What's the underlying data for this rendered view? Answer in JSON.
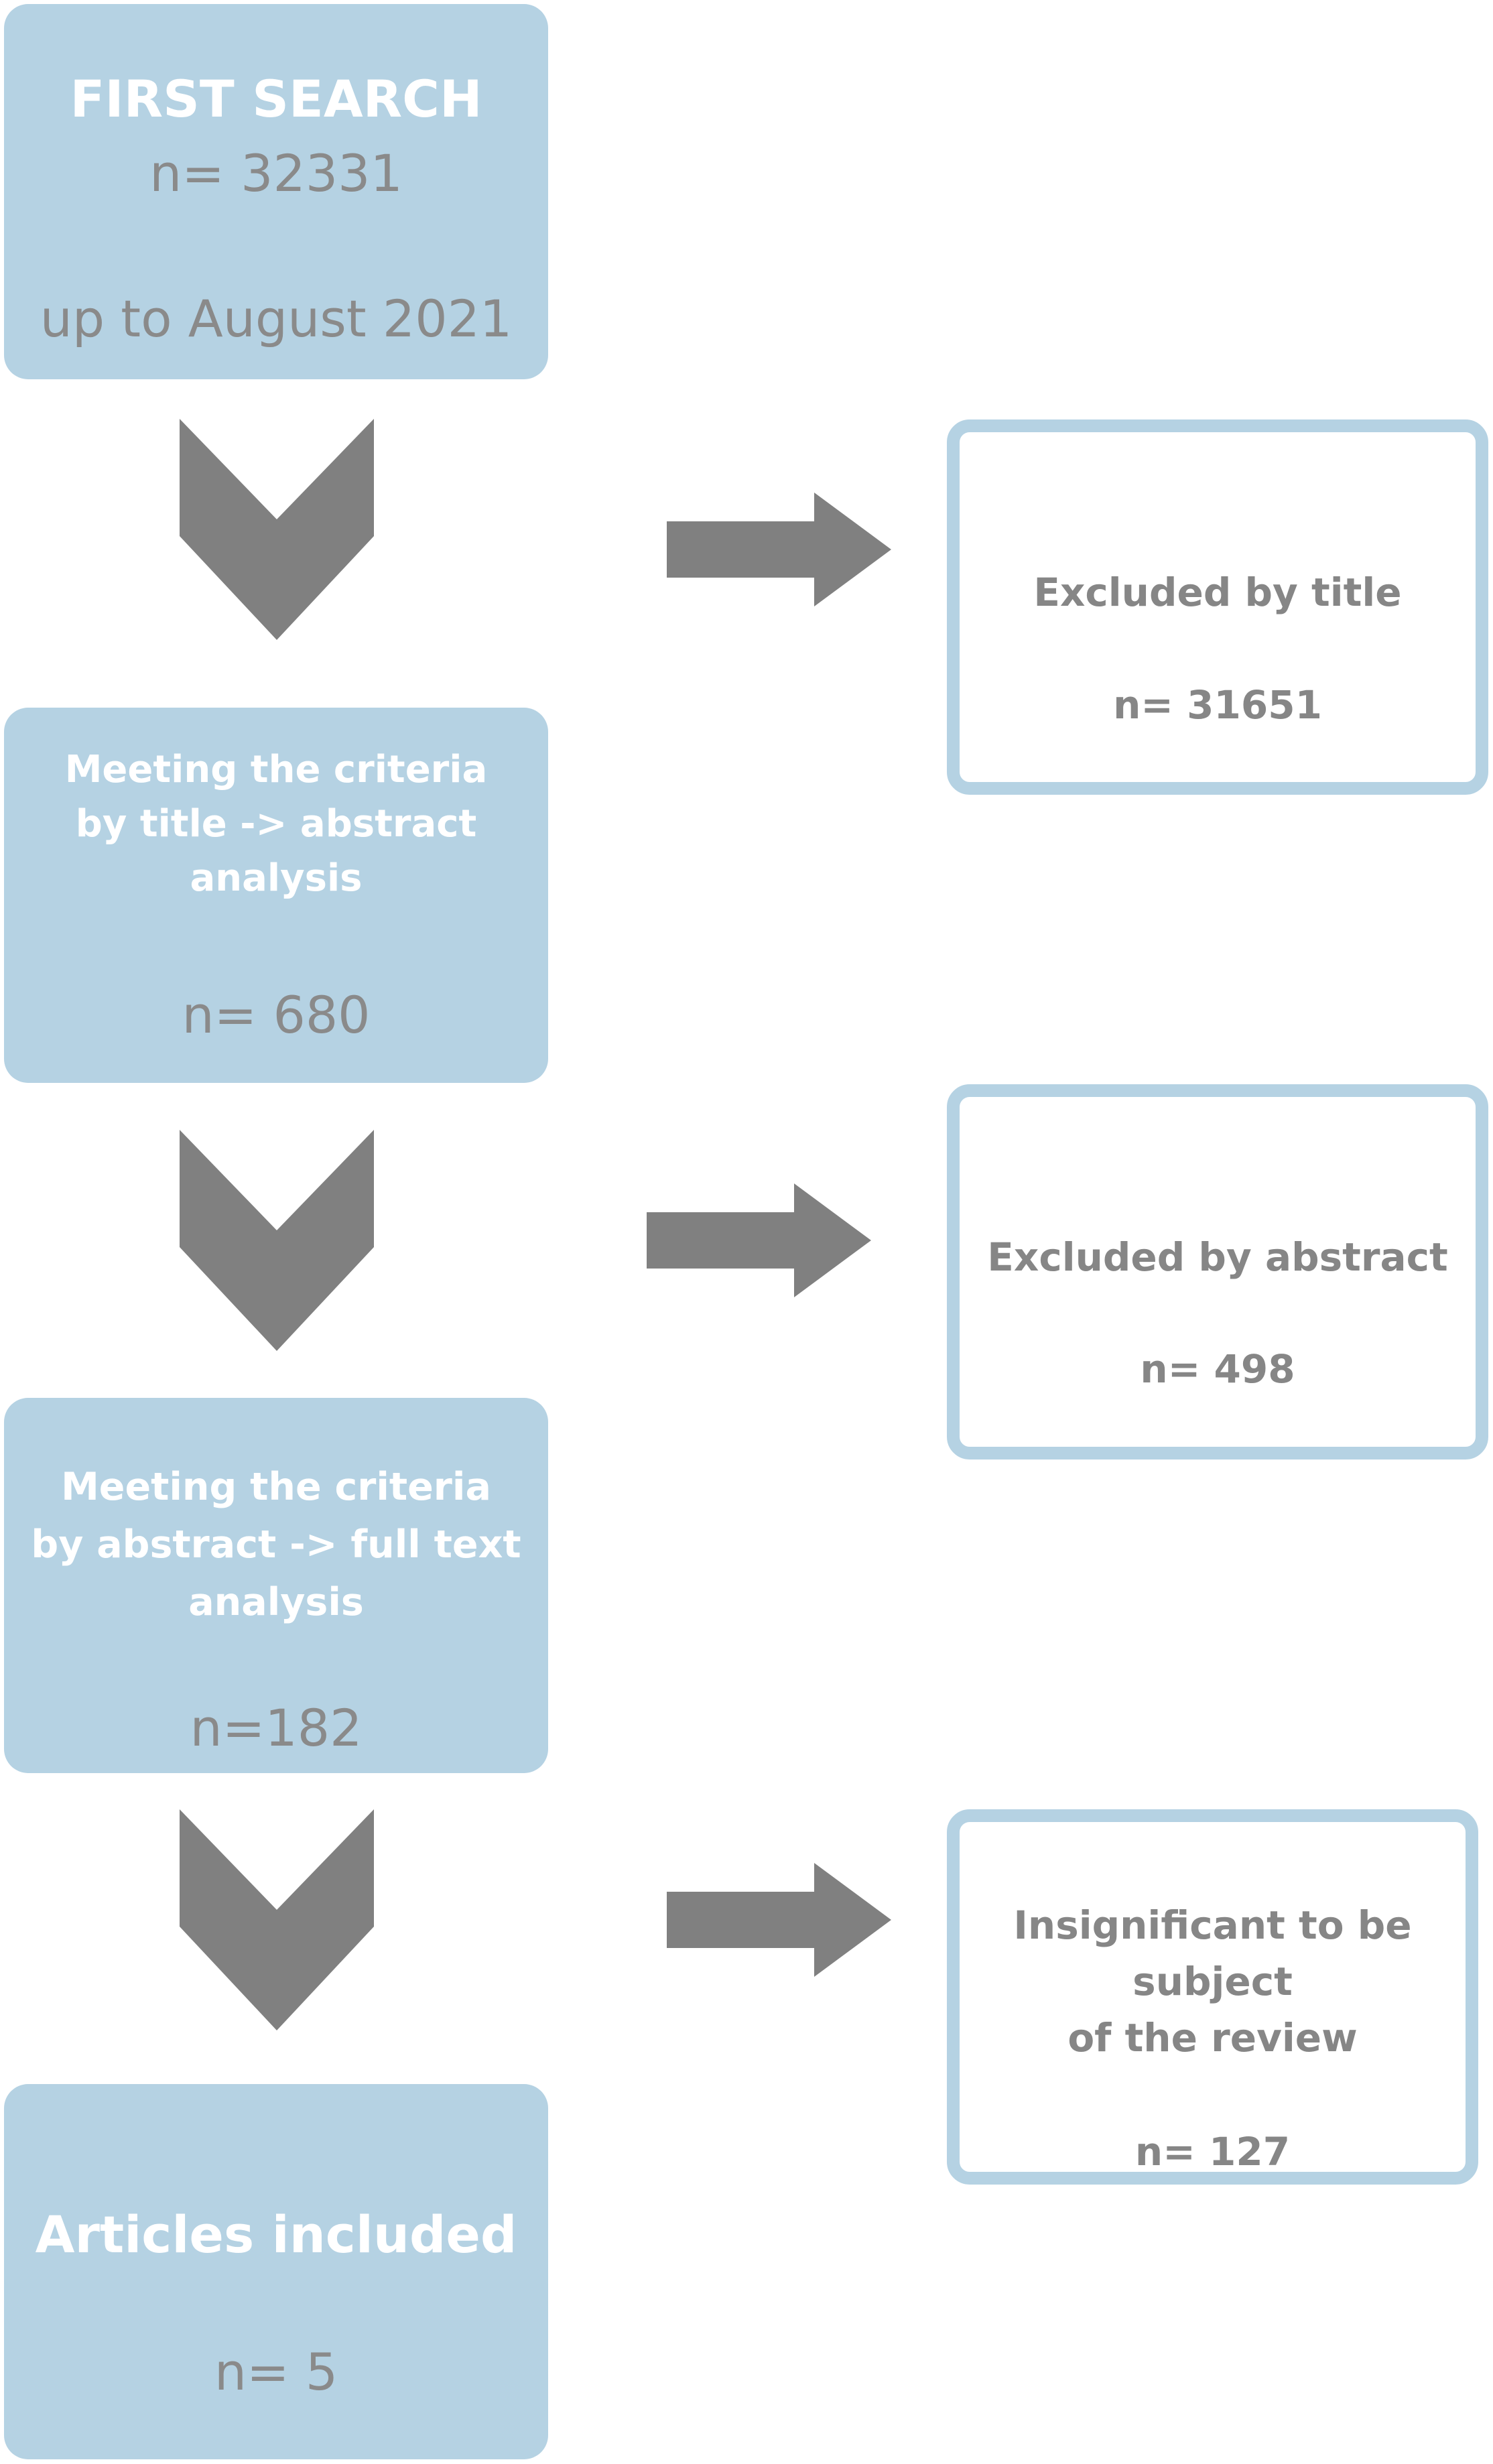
{
  "boxes": {
    "first_search": {
      "title": "FIRST SEARCH",
      "count": "n= 32331",
      "date": "up to August 2021"
    },
    "title_stage": {
      "line1": "Meeting the criteria",
      "line2": "by title -> abstract",
      "line3": "analysis",
      "count": "n= 680"
    },
    "abstract_stage": {
      "line1": "Meeting the criteria",
      "line2": "by abstract -> full text",
      "line3": "analysis",
      "count": "n=182"
    },
    "included": {
      "title": "Articles included",
      "count": "n= 5"
    }
  },
  "exclusions": {
    "by_title": {
      "label": "Excluded by title",
      "count": "n= 31651"
    },
    "by_abstract": {
      "label": "Excluded by abstract",
      "count": "n= 498"
    },
    "insignificant": {
      "line1": "Insignificant to be",
      "line2": "subject",
      "line3": "of the review",
      "count": "n= 127"
    }
  },
  "colors": {
    "box_fill": "#b5d2e3",
    "arrow": "#808080",
    "muted_text": "#8a8a8a"
  }
}
